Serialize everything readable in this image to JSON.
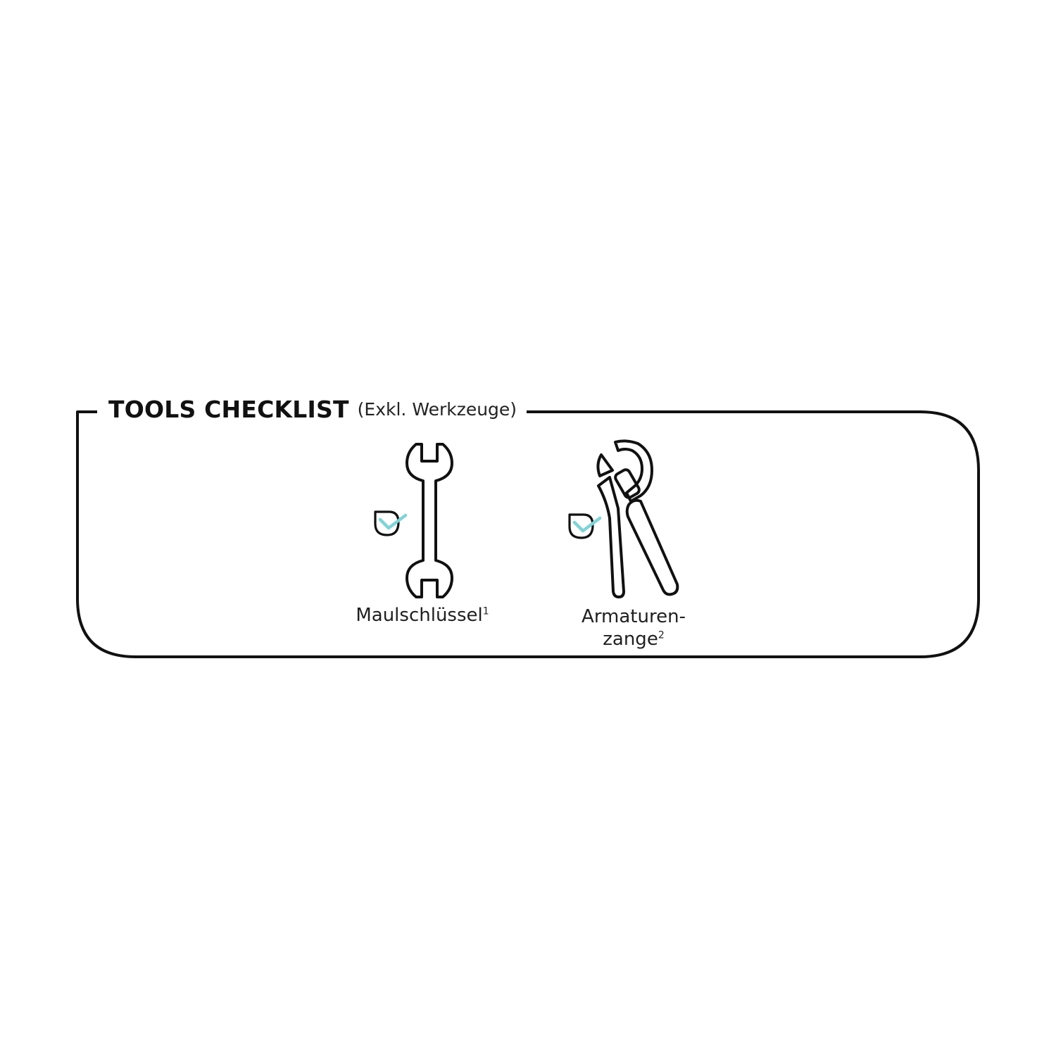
{
  "title": {
    "main": "TOOLS CHECKLIST",
    "sub": "(Exkl. Werkzeuge)"
  },
  "tools": [
    {
      "name": "Maulschlüssel",
      "footnote": "1",
      "checked": true,
      "icon": "open-end-wrench-icon"
    },
    {
      "name_line1": "Armaturen-",
      "name_line2": "zange",
      "footnote": "2",
      "checked": true,
      "icon": "adjustable-pipe-wrench-icon"
    }
  ],
  "colors": {
    "outline": "#111111",
    "check_accent": "#7fd3d6",
    "background": "#ffffff"
  }
}
